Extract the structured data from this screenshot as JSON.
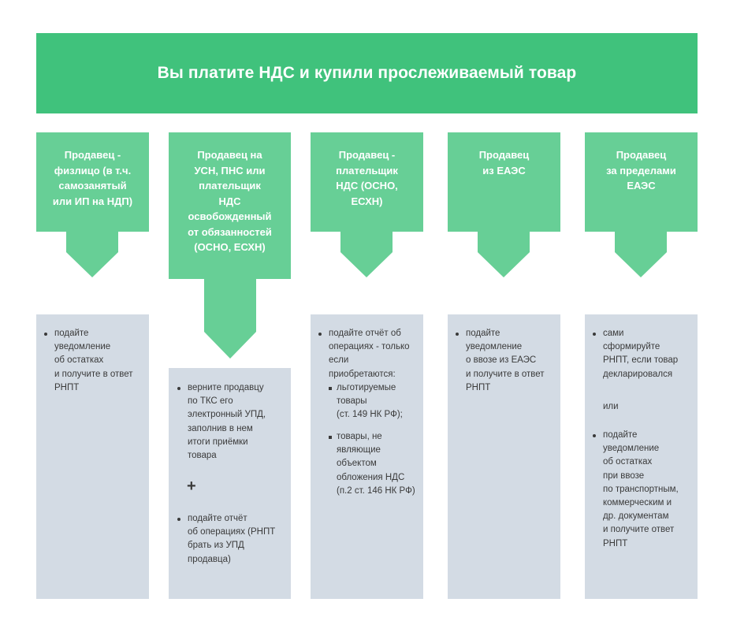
{
  "header": {
    "title": "Вы платите НДС и купили прослеживаемый товар"
  },
  "columns": [
    {
      "seller": [
        "Продавец -",
        "физлицо (в т.ч.",
        "самозанятый",
        "или ИП на НДП)"
      ],
      "info": [
        "подайте",
        "уведомление",
        "об остатках",
        "и получите в ответ",
        "РНПТ"
      ]
    },
    {
      "seller": [
        "Продавец на",
        "УСН, ПНС или",
        "плательщик",
        "НДС",
        "освобожденный",
        "от обязанностей",
        "(ОСНО, ЕСХН)"
      ],
      "info_a": [
        "верните продавцу",
        "по ТКС его",
        "электронный УПД,",
        "заполнив в нем",
        "итоги приёмки",
        "товара"
      ],
      "plus": "+",
      "info_b": [
        "подайте отчёт",
        "об операциях (РНПТ",
        "брать из УПД",
        "продавца)"
      ]
    },
    {
      "seller": [
        "Продавец -",
        "плательщик",
        "НДС (ОСНО,",
        "ЕСХН)"
      ],
      "info": [
        "подайте отчёт об",
        "операциях - только",
        "если",
        "приобретаются:"
      ],
      "sub_a": [
        "льготируемые",
        "товары",
        "(ст. 149 НК РФ);"
      ],
      "sub_b": [
        "товары, не",
        "являющие",
        "объектом",
        "обложения НДС",
        "(п.2 ст. 146 НК РФ)"
      ]
    },
    {
      "seller": [
        "Продавец",
        "из ЕАЭС"
      ],
      "info": [
        "подайте",
        "уведомление",
        "о ввозе из ЕАЭС",
        "и получите в ответ",
        "РНПТ"
      ]
    },
    {
      "seller": [
        "Продавец",
        "за пределами",
        "ЕАЭС"
      ],
      "info_a": [
        "сами",
        "сформируйте",
        "РНПТ, если товар",
        "декларировался"
      ],
      "or": "или",
      "info_b": [
        "подайте",
        "уведомление",
        "об остатках",
        "при ввозе",
        "по транспортным,",
        "коммерческим и",
        "др. документам",
        "и получите ответ",
        "РНПТ"
      ]
    }
  ]
}
